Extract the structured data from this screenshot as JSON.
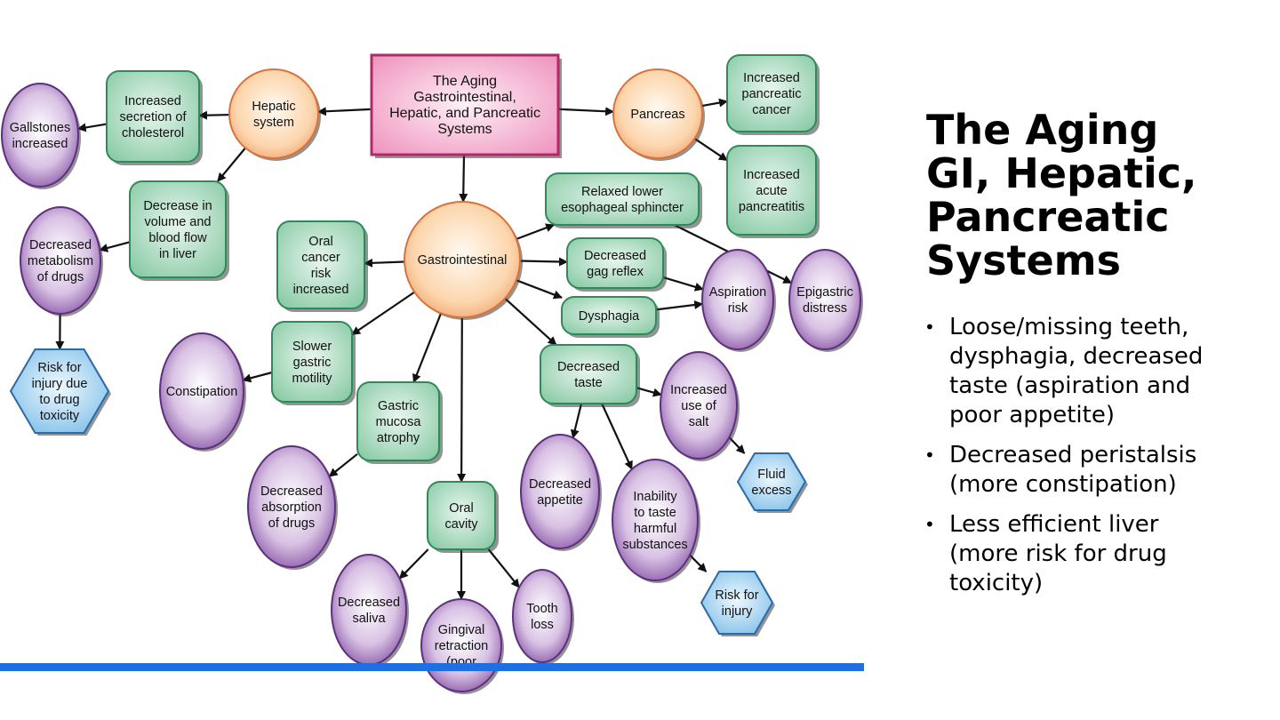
{
  "slide": {
    "title": "The Aging\nGI, Hepatic,\nPancreatic\nSystems",
    "bullets": [
      "Loose/missing teeth, dysphagia, decreased taste (aspiration and poor appetite)",
      "Decreased peristalsis (more constipation)",
      "Less efficient liver (more risk for drug toxicity)"
    ]
  },
  "colors": {
    "accent_bar": "#1f6fe0",
    "root_box": "#f0a6c8",
    "system_node": "#fbd0a8",
    "change_node": "#9fd8b8",
    "effect_node": "#b995c8",
    "risk_node": "#a8d8f4"
  },
  "diagram": {
    "nodes": [
      {
        "id": "root",
        "kind": "root",
        "lines": [
          "The Aging",
          "Gastrointestinal,",
          "Hepatic, and Pancreatic",
          "Systems"
        ]
      },
      {
        "id": "hepatic",
        "kind": "system",
        "lines": [
          "Hepatic",
          "system"
        ]
      },
      {
        "id": "pancreas",
        "kind": "system",
        "lines": [
          "Pancreas"
        ]
      },
      {
        "id": "gi",
        "kind": "system",
        "lines": [
          "Gastrointestinal"
        ]
      },
      {
        "id": "inc-cholesterol",
        "kind": "change",
        "lines": [
          "Increased",
          "secretion of",
          "cholesterol"
        ]
      },
      {
        "id": "gallstones",
        "kind": "effect",
        "lines": [
          "Gallstones",
          "increased"
        ]
      },
      {
        "id": "dec-liver-flow",
        "kind": "change",
        "lines": [
          "Decrease in",
          "volume and",
          "blood flow",
          "in liver"
        ]
      },
      {
        "id": "dec-metabolism",
        "kind": "effect",
        "lines": [
          "Decreased",
          "metabolism",
          "of drugs"
        ]
      },
      {
        "id": "risk-drug-toxicity",
        "kind": "risk",
        "lines": [
          "Risk for",
          "injury due",
          "to drug",
          "toxicity"
        ]
      },
      {
        "id": "inc-pancreatic-cancer",
        "kind": "change",
        "lines": [
          "Increased",
          "pancreatic",
          "cancer"
        ]
      },
      {
        "id": "inc-pancreatitis",
        "kind": "change",
        "lines": [
          "Increased",
          "acute",
          "pancreatitis"
        ]
      },
      {
        "id": "relaxed-les",
        "kind": "change",
        "lines": [
          "Relaxed lower",
          "esophageal sphincter"
        ]
      },
      {
        "id": "dec-gag",
        "kind": "change",
        "lines": [
          "Decreased",
          "gag reflex"
        ]
      },
      {
        "id": "dysphagia",
        "kind": "change",
        "lines": [
          "Dysphagia"
        ]
      },
      {
        "id": "aspiration",
        "kind": "effect",
        "lines": [
          "Aspiration",
          "risk"
        ]
      },
      {
        "id": "epigastric",
        "kind": "effect",
        "lines": [
          "Epigastric",
          "distress"
        ]
      },
      {
        "id": "oral-cancer",
        "kind": "change",
        "lines": [
          "Oral",
          "cancer",
          "risk",
          "increased"
        ]
      },
      {
        "id": "slower-motility",
        "kind": "change",
        "lines": [
          "Slower",
          "gastric",
          "motility"
        ]
      },
      {
        "id": "constipation",
        "kind": "effect",
        "lines": [
          "Constipation"
        ]
      },
      {
        "id": "mucosa-atrophy",
        "kind": "change",
        "lines": [
          "Gastric",
          "mucosa",
          "atrophy"
        ]
      },
      {
        "id": "dec-absorption",
        "kind": "effect",
        "lines": [
          "Decreased",
          "absorption",
          "of drugs"
        ]
      },
      {
        "id": "oral-cavity",
        "kind": "change",
        "lines": [
          "Oral",
          "cavity"
        ]
      },
      {
        "id": "dec-saliva",
        "kind": "effect",
        "lines": [
          "Decreased",
          "saliva"
        ]
      },
      {
        "id": "gingival",
        "kind": "effect",
        "lines": [
          "Gingival",
          "retraction",
          "(poor"
        ]
      },
      {
        "id": "tooth-loss",
        "kind": "effect",
        "lines": [
          "Tooth",
          "loss"
        ]
      },
      {
        "id": "dec-taste",
        "kind": "change",
        "lines": [
          "Decreased",
          "taste"
        ]
      },
      {
        "id": "inc-salt",
        "kind": "effect",
        "lines": [
          "Increased",
          "use of",
          "salt"
        ]
      },
      {
        "id": "fluid-excess",
        "kind": "risk",
        "lines": [
          "Fluid",
          "excess"
        ]
      },
      {
        "id": "dec-appetite",
        "kind": "effect",
        "lines": [
          "Decreased",
          "appetite"
        ]
      },
      {
        "id": "inability-taste",
        "kind": "effect",
        "lines": [
          "Inability",
          "to taste",
          "harmful",
          "substances"
        ]
      },
      {
        "id": "risk-injury",
        "kind": "risk",
        "lines": [
          "Risk for",
          "injury"
        ]
      }
    ],
    "edges": [
      [
        "root",
        "hepatic"
      ],
      [
        "root",
        "pancreas"
      ],
      [
        "root",
        "gi"
      ],
      [
        "hepatic",
        "inc-cholesterol"
      ],
      [
        "inc-cholesterol",
        "gallstones"
      ],
      [
        "hepatic",
        "dec-liver-flow"
      ],
      [
        "dec-liver-flow",
        "dec-metabolism"
      ],
      [
        "dec-metabolism",
        "risk-drug-toxicity"
      ],
      [
        "pancreas",
        "inc-pancreatic-cancer"
      ],
      [
        "pancreas",
        "inc-pancreatitis"
      ],
      [
        "gi",
        "relaxed-les"
      ],
      [
        "relaxed-les",
        "epigastric"
      ],
      [
        "gi",
        "dec-gag"
      ],
      [
        "dec-gag",
        "aspiration"
      ],
      [
        "gi",
        "dysphagia"
      ],
      [
        "dysphagia",
        "aspiration"
      ],
      [
        "gi",
        "oral-cancer"
      ],
      [
        "gi",
        "slower-motility"
      ],
      [
        "slower-motility",
        "constipation"
      ],
      [
        "gi",
        "mucosa-atrophy"
      ],
      [
        "mucosa-atrophy",
        "dec-absorption"
      ],
      [
        "gi",
        "oral-cavity"
      ],
      [
        "oral-cavity",
        "dec-saliva"
      ],
      [
        "oral-cavity",
        "gingival"
      ],
      [
        "oral-cavity",
        "tooth-loss"
      ],
      [
        "gi",
        "dec-taste"
      ],
      [
        "dec-taste",
        "inc-salt"
      ],
      [
        "inc-salt",
        "fluid-excess"
      ],
      [
        "dec-taste",
        "dec-appetite"
      ],
      [
        "dec-taste",
        "inability-taste"
      ],
      [
        "inability-taste",
        "risk-injury"
      ]
    ]
  }
}
